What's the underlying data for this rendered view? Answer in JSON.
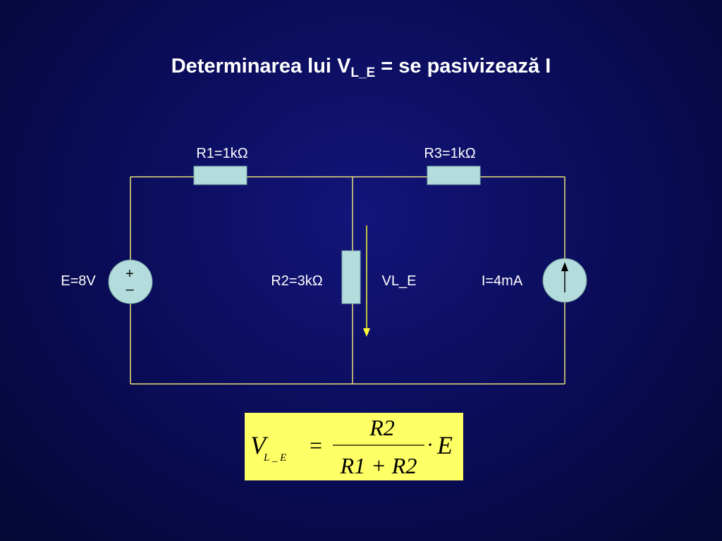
{
  "title": {
    "prefix": "Determinarea lui V",
    "subscript": "L_E",
    "suffix": " = se pasivizează I"
  },
  "circuit": {
    "r1_label": "R1=1kΩ",
    "r3_label": "R3=1kΩ",
    "r2_label": "R2=3kΩ",
    "source_e_label": "E=8V",
    "source_i_label": "I=4mA",
    "voltage_label": "VL_E",
    "plus_sign": "+",
    "minus_sign": "–",
    "wire_color": "#e8e27a",
    "resistor_color": "#b4dcdc",
    "arrow_color": "#ffff33"
  },
  "formula": {
    "lhs_var": "V",
    "lhs_sub": "L _ E",
    "equals": "=",
    "numerator": "R2",
    "denominator": "R1 + R2",
    "dot": "·",
    "rhs_var": "E"
  }
}
